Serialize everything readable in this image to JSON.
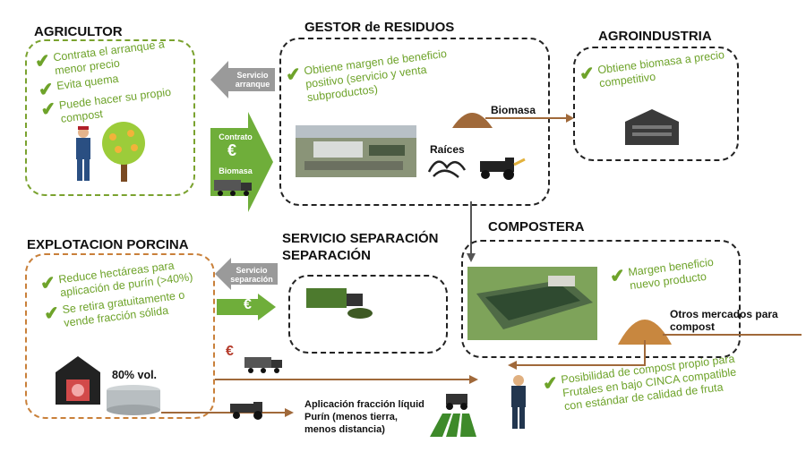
{
  "agricultor": {
    "title": "AGRICULTOR",
    "points": [
      "Contrata el arranque a menor precio",
      "Evita quema",
      "Puede hacer su propio compost"
    ]
  },
  "gestor": {
    "title": "GESTOR de RESIDUOS",
    "point": "Obtiene margen de beneficio positivo (servicio y venta subproductos)",
    "raices_label": "Raíces",
    "biomasa_label": "Biomasa"
  },
  "agroindustria": {
    "title": "AGROINDUSTRIA",
    "point": "Obtiene biomasa a precio competitivo"
  },
  "arrows_left": {
    "servicio_arranque": "Servicio arranque",
    "contrato": "Contrato",
    "euro": "€",
    "biomasa": "Biomasa"
  },
  "explotacion": {
    "title": "EXPLOTACION PORCINA",
    "points": [
      "Reduce hectáreas para aplicación de purín (>40%)",
      "Se retira gratuitamente o vende fracción sólida"
    ],
    "volume": "80% vol."
  },
  "separacion": {
    "title_line1": "SERVICIO SEPARACIÓN",
    "title_line2": "SEPARACIÓN",
    "servicio_separacion": "Servicio separación",
    "euro": "€"
  },
  "compostera": {
    "title": "COMPOSTERA",
    "point": "Margen beneficio nuevo producto",
    "otros_mercados": "Otros mercados para compost"
  },
  "bottom": {
    "euro": "€",
    "aplicacion": "Aplicación fracción líquid Purín (menos tierra, menos distancia)",
    "posibilidad": "Posibilidad de compost propio para Frutales en bajo CINCA compatible con estándar de calidad de fruta"
  },
  "colors": {
    "green": "#6ea32a",
    "arrow_green": "#6fae3a",
    "brown": "#a0693a",
    "gray": "#8a8a8a"
  }
}
